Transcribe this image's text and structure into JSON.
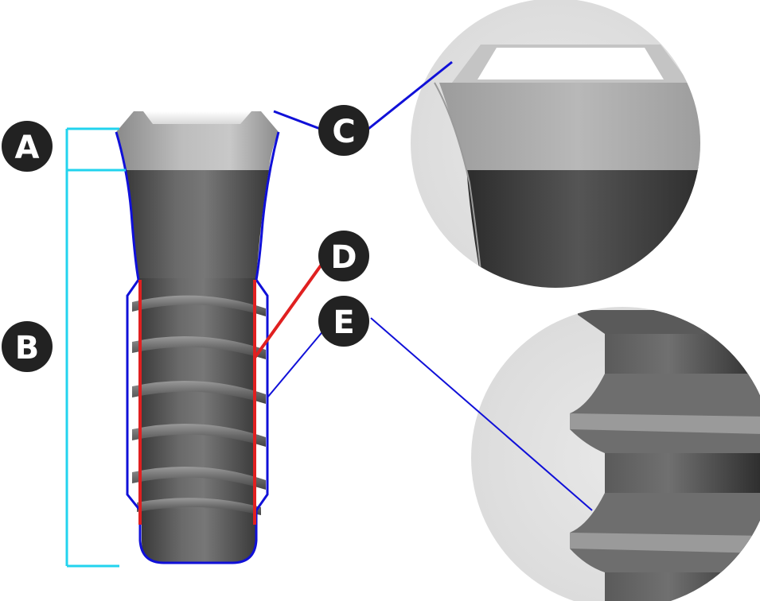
{
  "labels": {
    "a": "A",
    "b": "B",
    "c": "C",
    "d": "D",
    "e": "E"
  },
  "colors": {
    "badge": "#222222",
    "bracket": "#22d3ee",
    "outline": "#1010d8",
    "thread_line": "#e02020",
    "background": "#ffffff"
  }
}
